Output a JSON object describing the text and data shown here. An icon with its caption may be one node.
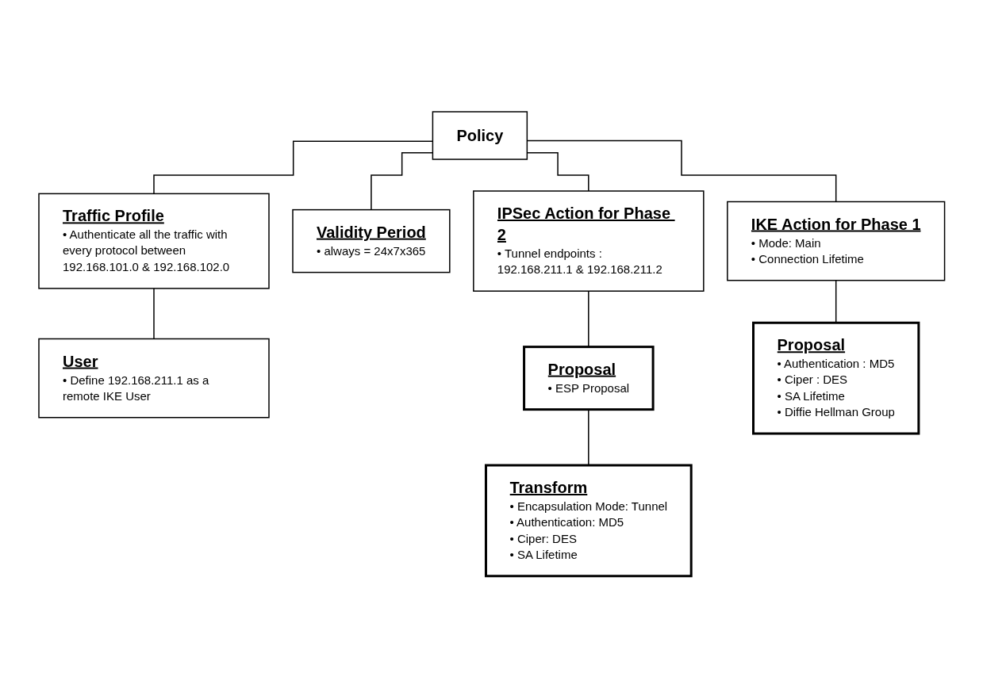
{
  "diagram": {
    "nodes": [
      {
        "text": [
          "Policy"
        ]
      },
      {
        "text": [
          "Traffic Profile",
          "• Authenticate all the traffic with every protocol between 192.168.101.0 & 192.168.102.0"
        ]
      },
      {
        "text": [
          "Validity Period",
          "• always = 24x7x365"
        ]
      },
      {
        "text": [
          "IPSec Action for Phase 2",
          "• Tunnel endpoints : 192.168.211.1 & 192.168.211.2"
        ]
      },
      {
        "text": [
          "IKE Action for Phase 1",
          "• Mode: Main",
          "• Connection Lifetime"
        ]
      },
      {
        "text": [
          "User",
          "• Define 192.168.211.1 as a remote IKE User"
        ]
      },
      {
        "text": [
          "Proposal",
          "• ESP Proposal"
        ]
      },
      {
        "text": [
          "Transform",
          "• Encapsulation Mode: Tunnel",
          "• Authentication: MD5",
          "• Ciper: DES",
          "• SA Lifetime"
        ]
      },
      {
        "text": [
          "Proposal",
          "• Authentication : MD5",
          "• Ciper : DES",
          "• SA Lifetime",
          "• Diffie Hellman Group"
        ]
      }
    ],
    "edges": [
      {
        "from": 0,
        "to": 1,
        "arrow": "none"
      },
      {
        "from": 0,
        "to": 2,
        "arrow": "none"
      },
      {
        "from": 0,
        "to": 3,
        "arrow": "none"
      },
      {
        "from": 0,
        "to": 4,
        "arrow": "none"
      },
      {
        "from": 1,
        "to": 5,
        "arrow": "none"
      },
      {
        "from": 3,
        "to": 6,
        "arrow": "none"
      },
      {
        "from": 6,
        "to": 7,
        "arrow": "none"
      },
      {
        "from": 4,
        "to": 8,
        "arrow": "none"
      }
    ]
  }
}
